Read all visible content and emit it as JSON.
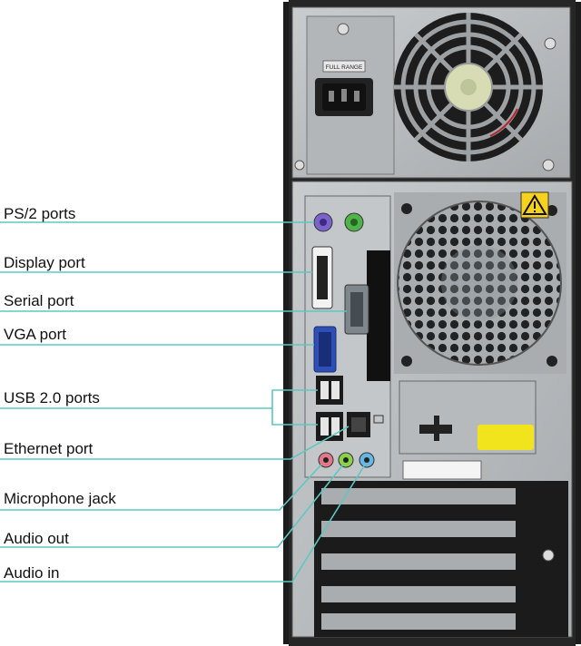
{
  "labels": [
    {
      "id": "ps2",
      "text": "PS/2 ports"
    },
    {
      "id": "display",
      "text": "Display port"
    },
    {
      "id": "serial",
      "text": "Serial port"
    },
    {
      "id": "vga",
      "text": "VGA port"
    },
    {
      "id": "usb",
      "text": "USB 2.0 ports"
    },
    {
      "id": "ethernet",
      "text": "Ethernet port"
    },
    {
      "id": "mic",
      "text": "Microphone jack"
    },
    {
      "id": "audio-out",
      "text": "Audio out"
    },
    {
      "id": "audio-in",
      "text": "Audio in"
    }
  ],
  "psu_label": "FULL RANGE",
  "colors": {
    "leader_line": "#5fc7bf",
    "chassis": "#b9bcbf",
    "chassis_dark": "#8e9296",
    "case_black": "#1e1e1e",
    "ps2_keyboard": "#7b63c9",
    "ps2_mouse": "#4fb24a",
    "vga": "#2e4fb8",
    "mic": "#e2788a",
    "audio_out": "#8cd14a",
    "audio_in": "#66b7e3",
    "warning": "#f6d21c",
    "yellow_tag": "#f1e41d"
  },
  "icons": [
    "warning-icon",
    "network-icon",
    "screw-icon"
  ]
}
